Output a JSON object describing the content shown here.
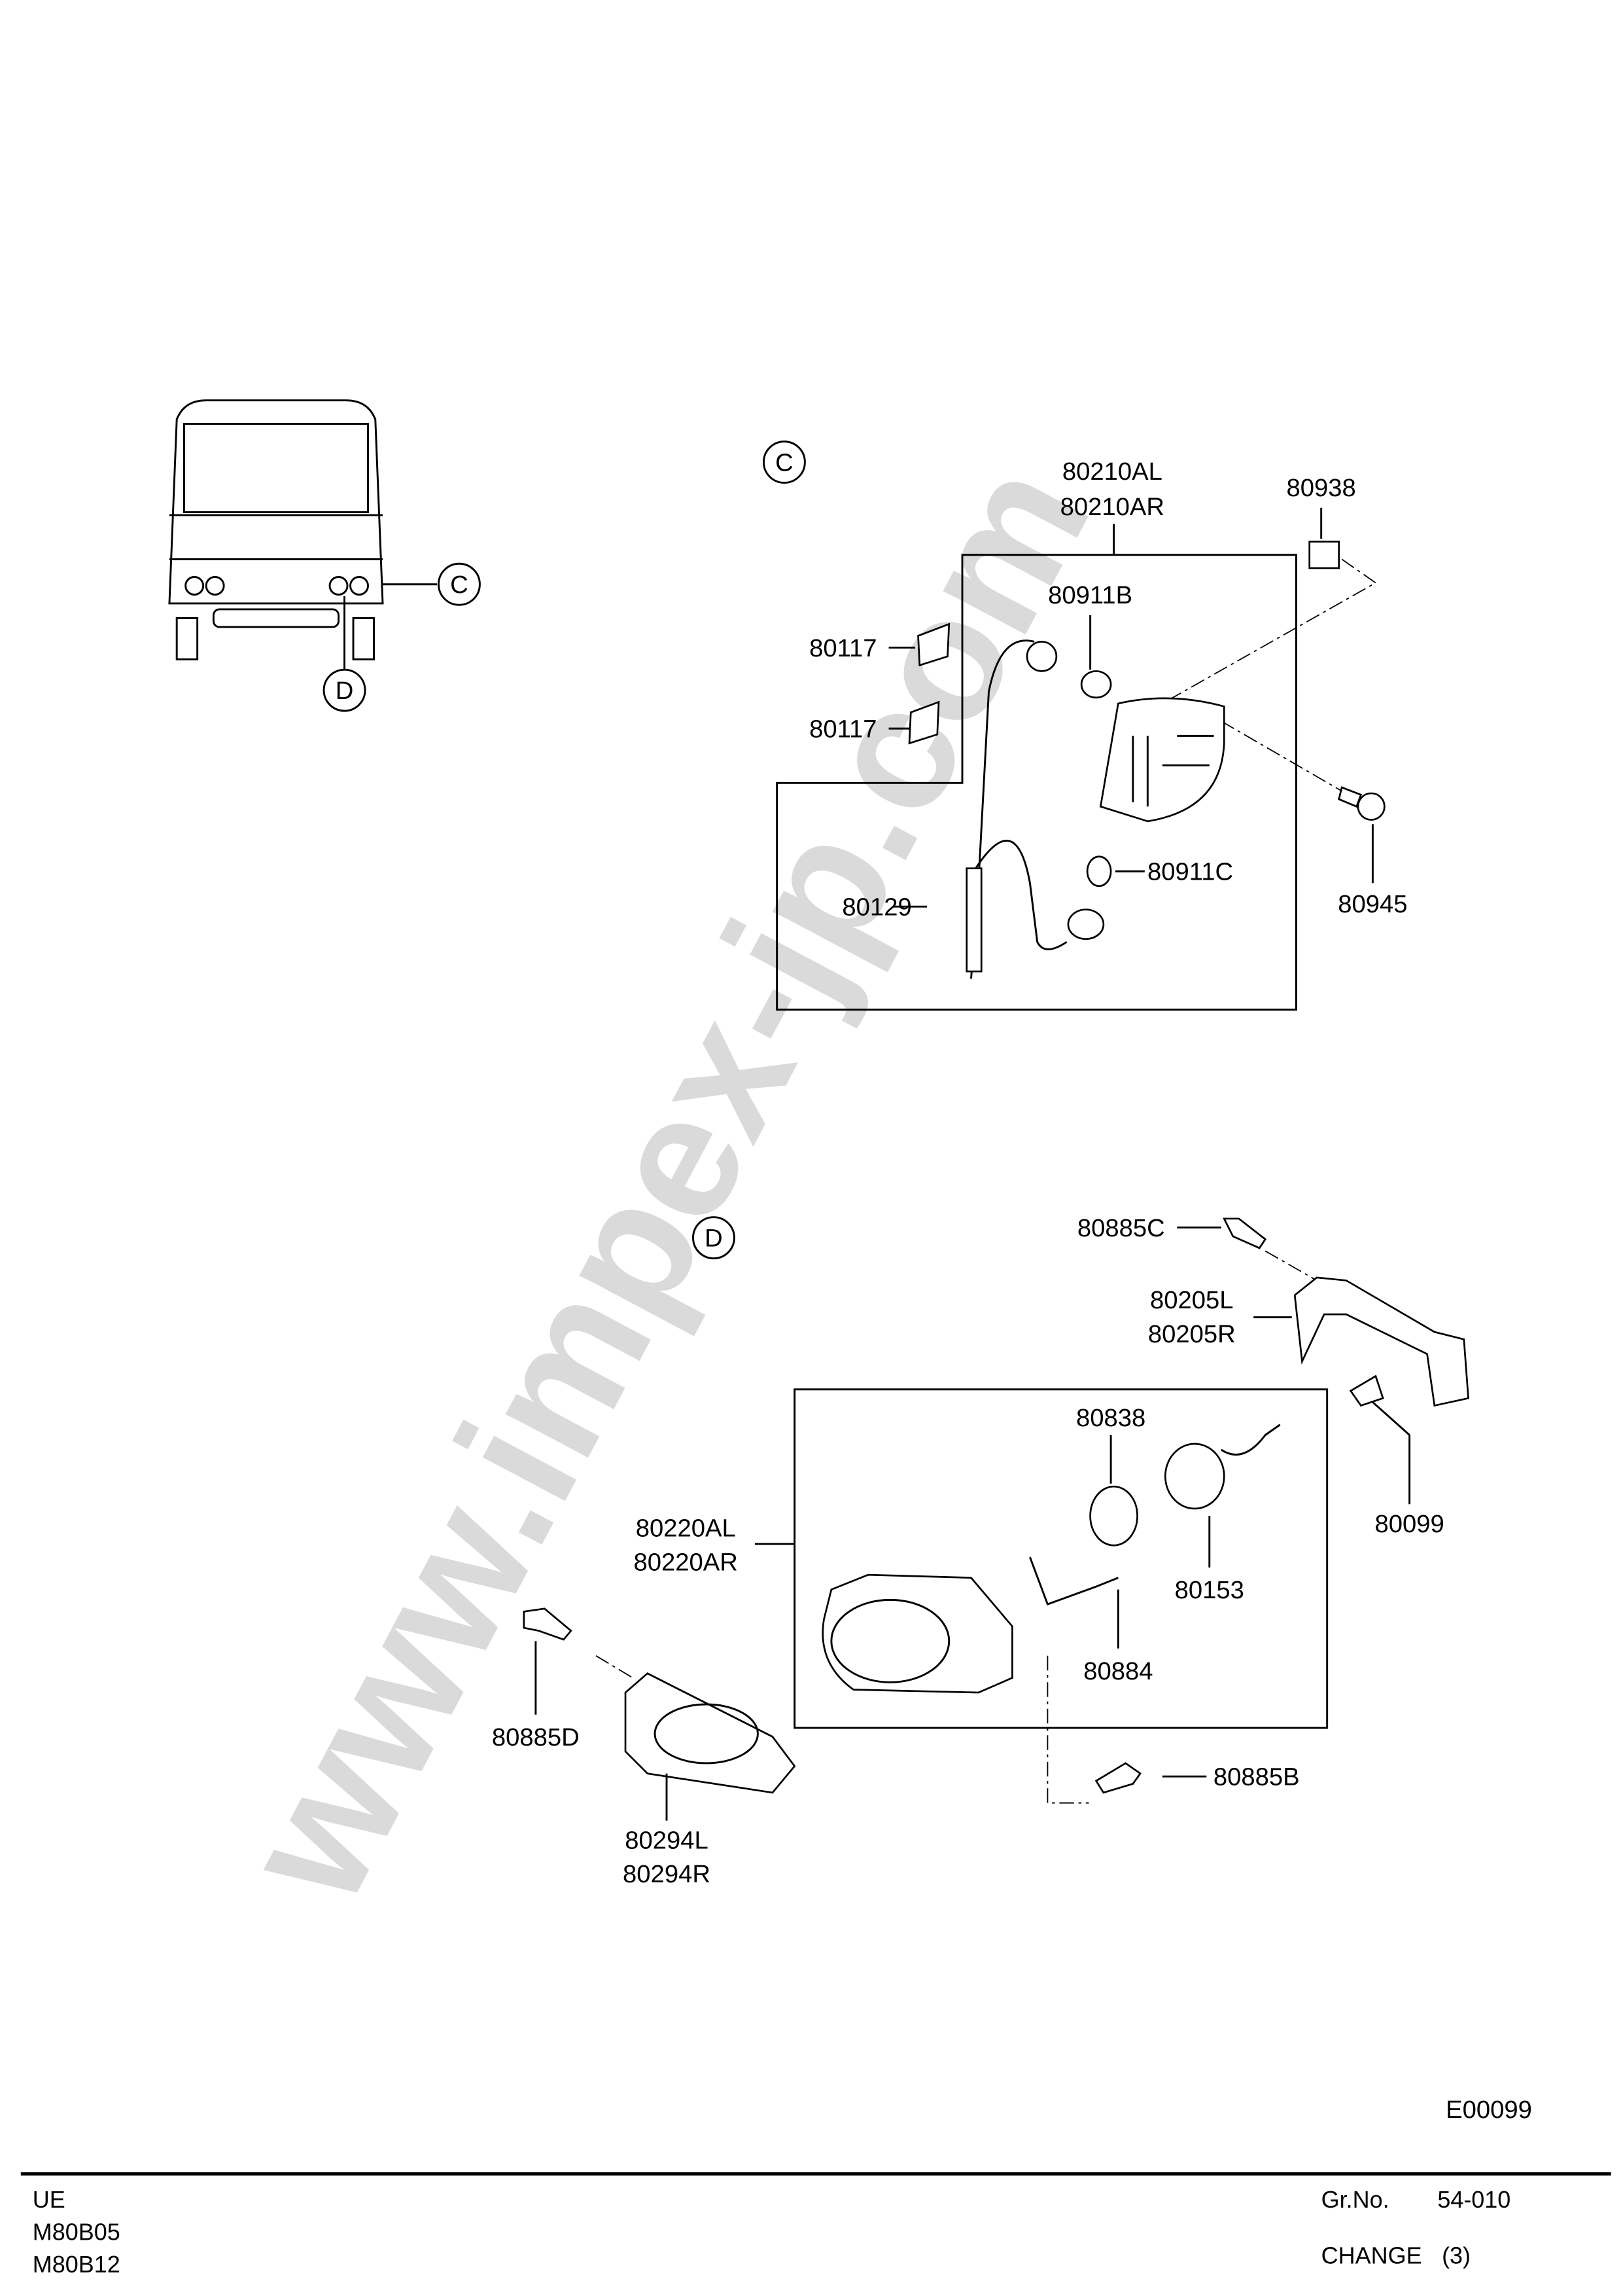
{
  "diagram_id": "E00099",
  "watermark": "www.impex-jp.com",
  "callouts": {
    "c": "C",
    "d": "D"
  },
  "section_c": {
    "assembly": [
      "80210AL",
      "80210AR"
    ],
    "clip": "80938",
    "bulb_b": "80911B",
    "pad_1": "80117",
    "pad_2": "80117",
    "wire": "80129",
    "bulb_c": "80911C",
    "screw": "80945"
  },
  "section_d": {
    "bolt_c": "80885C",
    "bracket": [
      "80205L",
      "80205R"
    ],
    "ring": "80838",
    "assembly": [
      "80220AL",
      "80220AR"
    ],
    "socket": "80153",
    "bulb": "80099",
    "harness": "80884",
    "bolt_d": "80885D",
    "bezel": [
      "80294L",
      "80294R"
    ],
    "bolt_b": "80885B"
  },
  "footer": {
    "models": [
      "UE",
      "M80B05",
      "M80B12"
    ],
    "group_label": "Gr.No.",
    "group_value": "54-010",
    "change_label": "CHANGE",
    "change_value": "(3)"
  }
}
